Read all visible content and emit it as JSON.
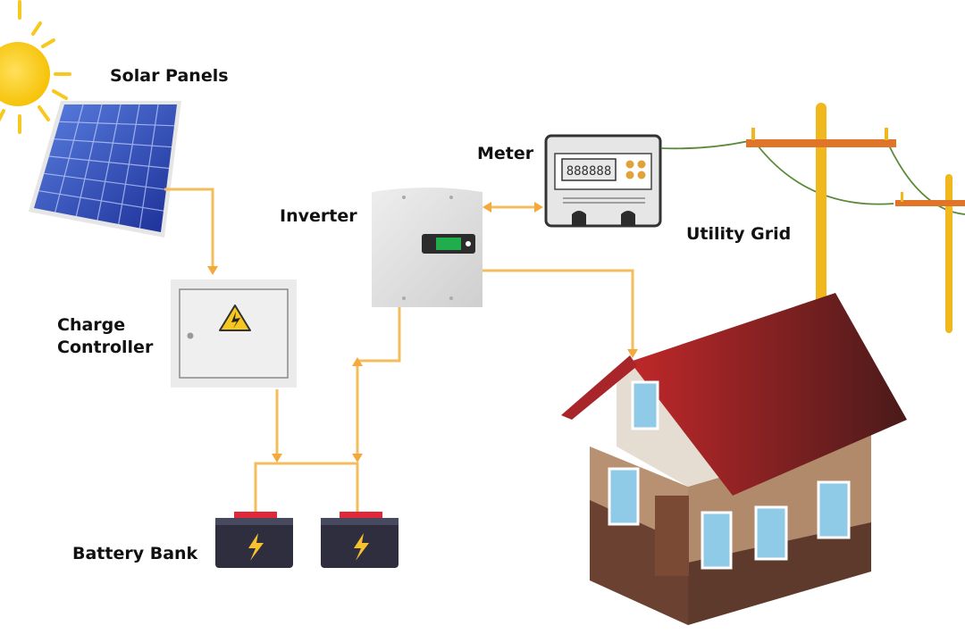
{
  "diagram": {
    "type": "off-grid/hybrid solar power system",
    "components": {
      "solar_panels": {
        "label": "Solar Panels"
      },
      "charge_controller": {
        "label_line1": "Charge",
        "label_line2": "Controller"
      },
      "inverter": {
        "label": "Inverter"
      },
      "meter": {
        "label": "Meter"
      },
      "utility_grid": {
        "label": "Utility Grid"
      },
      "battery_bank": {
        "label": "Battery Bank"
      },
      "house": {
        "label": ""
      }
    },
    "connections": [
      {
        "from": "solar_panels",
        "to": "charge_controller",
        "direction": "one-way"
      },
      {
        "from": "charge_controller",
        "to": "battery_bank",
        "direction": "one-way"
      },
      {
        "from": "battery_bank",
        "to": "inverter",
        "direction": "two-way"
      },
      {
        "from": "inverter",
        "to": "meter",
        "direction": "two-way"
      },
      {
        "from": "meter",
        "to": "utility_grid",
        "direction": "line"
      },
      {
        "from": "inverter",
        "to": "house",
        "direction": "one-way"
      }
    ],
    "colors": {
      "wire": "#f3bd5e",
      "sun": "#f7c81e",
      "panel": "#2b49b8",
      "roof": "#a8262a",
      "pole": "#f0b81c",
      "crossarm": "#e07428",
      "power_line": "#5a8a3a"
    }
  }
}
